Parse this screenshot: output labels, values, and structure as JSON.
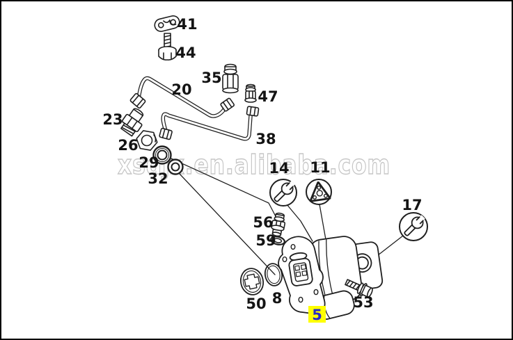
{
  "frame": {
    "border_color": "#000000",
    "background": "#ffffff"
  },
  "watermark": {
    "text": "xsdjx.en.alibaba.com",
    "color": "#c6c6c6"
  },
  "style": {
    "line_color": "#1f1f1f",
    "label_color": "#141414"
  },
  "highlighted_part": {
    "id": "5",
    "background": "#ffff00",
    "text_color": "#2a2ac8"
  },
  "parts": [
    {
      "id": "41",
      "name": "clamp-bracket"
    },
    {
      "id": "44",
      "name": "flange-bolt"
    },
    {
      "id": "35",
      "name": "threaded-fitting"
    },
    {
      "id": "47",
      "name": "threaded-fitting"
    },
    {
      "id": "20",
      "name": "hydraulic-pipe"
    },
    {
      "id": "23",
      "name": "elbow-fitting"
    },
    {
      "id": "26",
      "name": "hex-nut"
    },
    {
      "id": "38",
      "name": "hydraulic-pipe"
    },
    {
      "id": "29",
      "name": "seal-ring"
    },
    {
      "id": "32",
      "name": "seal-ring"
    },
    {
      "id": "14",
      "name": "wrench-symbol-callout"
    },
    {
      "id": "11",
      "name": "triangular-flange-callout"
    },
    {
      "id": "56",
      "name": "valve-fitting"
    },
    {
      "id": "59",
      "name": "seal-ring"
    },
    {
      "id": "17",
      "name": "wrench-symbol-callout"
    },
    {
      "id": "50",
      "name": "cross-slot-disc"
    },
    {
      "id": "8",
      "name": "o-ring"
    },
    {
      "id": "53",
      "name": "hex-bolt"
    },
    {
      "id": "5",
      "name": "power-steering-pump",
      "highlighted": true
    }
  ]
}
